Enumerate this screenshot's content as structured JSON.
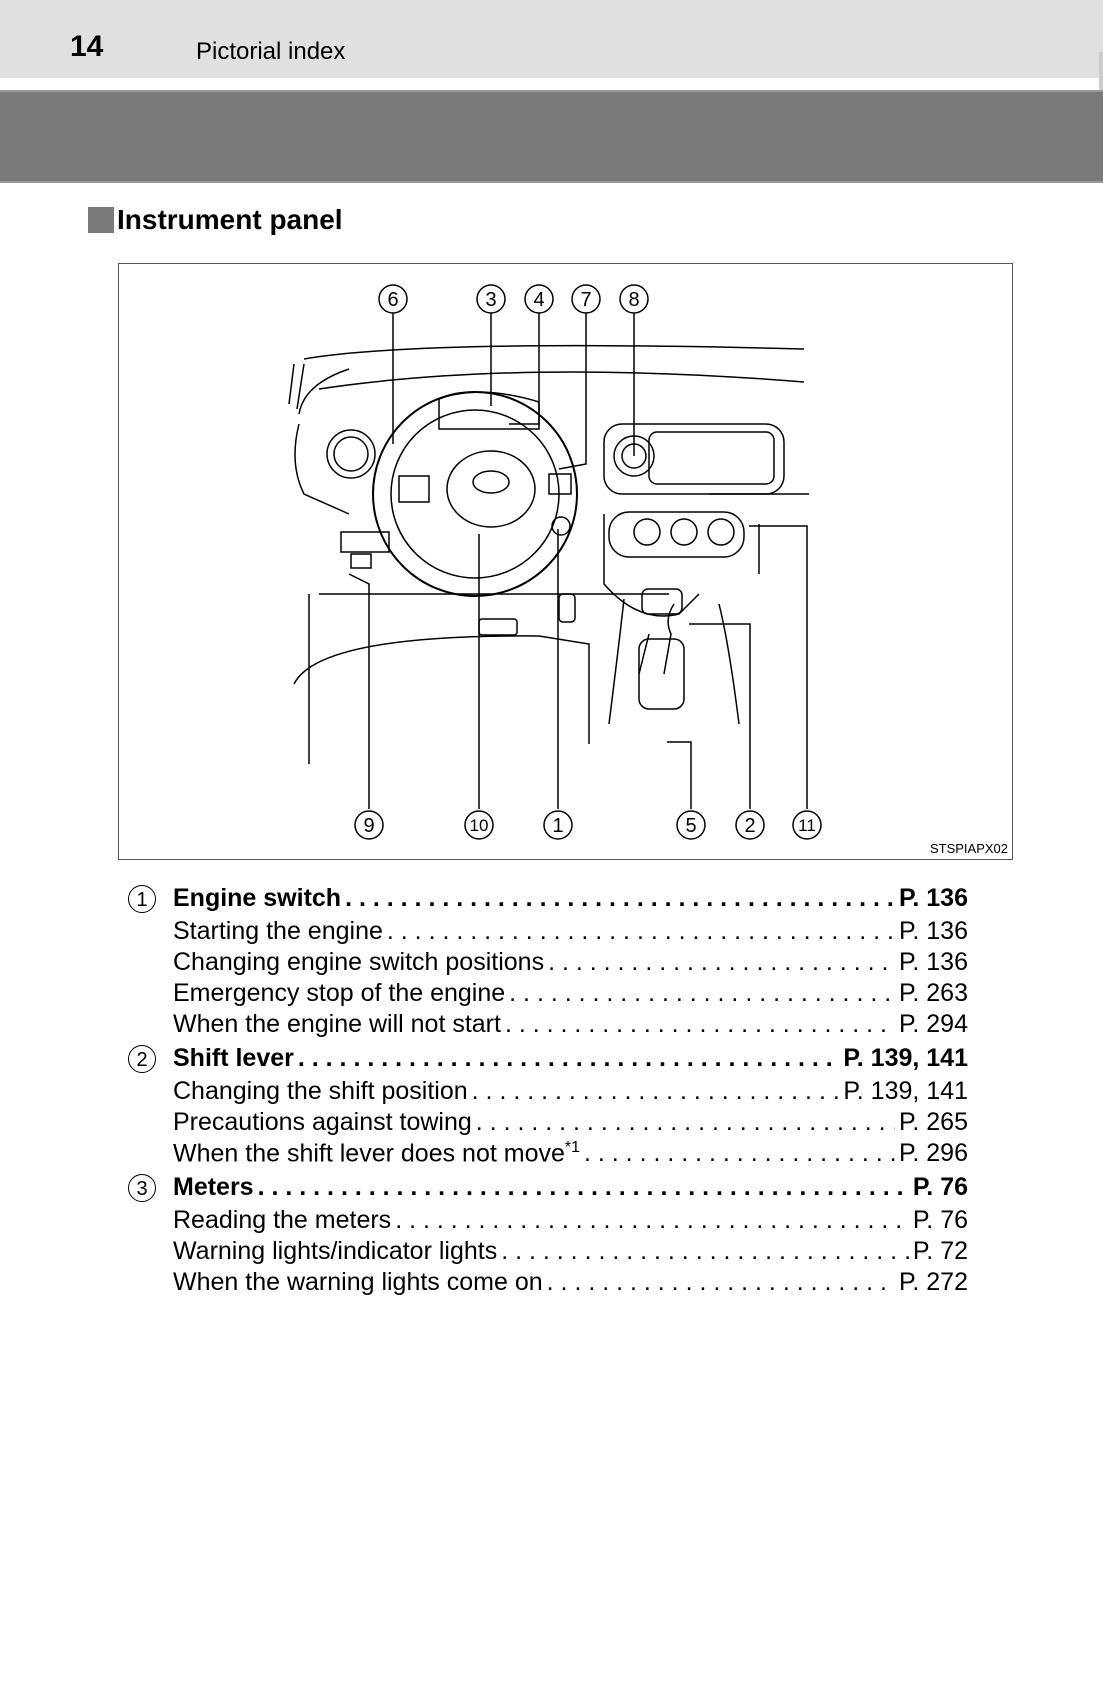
{
  "header": {
    "page_number": "14",
    "section": "Pictorial index"
  },
  "heading": "Instrument panel",
  "figure": {
    "code": "STSPIAPX02",
    "callouts_top": [
      "6",
      "3",
      "4",
      "7",
      "8"
    ],
    "callouts_bottom": [
      "9",
      "10",
      "1",
      "5",
      "2",
      "11"
    ]
  },
  "entries": [
    {
      "num": "1",
      "title": "Engine switch",
      "page": "P. 136",
      "subs": [
        {
          "label": "Starting the engine",
          "page": "P. 136"
        },
        {
          "label": "Changing engine switch positions",
          "page": "P. 136"
        },
        {
          "label": "Emergency stop of the engine",
          "page": "P. 263"
        },
        {
          "label": "When the engine will not start",
          "page": "P. 294"
        }
      ]
    },
    {
      "num": "2",
      "title": "Shift lever",
      "page": "P. 139, 141",
      "subs": [
        {
          "label": "Changing the shift position",
          "page": "P. 139, 141"
        },
        {
          "label": "Precautions against towing",
          "page": "P. 265"
        },
        {
          "label": "When the shift lever does not move",
          "sup": "*1",
          "page": "P. 296"
        }
      ]
    },
    {
      "num": "3",
      "title": "Meters",
      "page": "P. 76",
      "subs": [
        {
          "label": "Reading the meters",
          "page": "P. 76"
        },
        {
          "label": "Warning lights/indicator lights",
          "page": "P. 72"
        },
        {
          "label": "When the warning lights come on",
          "page": "P. 272"
        }
      ]
    }
  ]
}
